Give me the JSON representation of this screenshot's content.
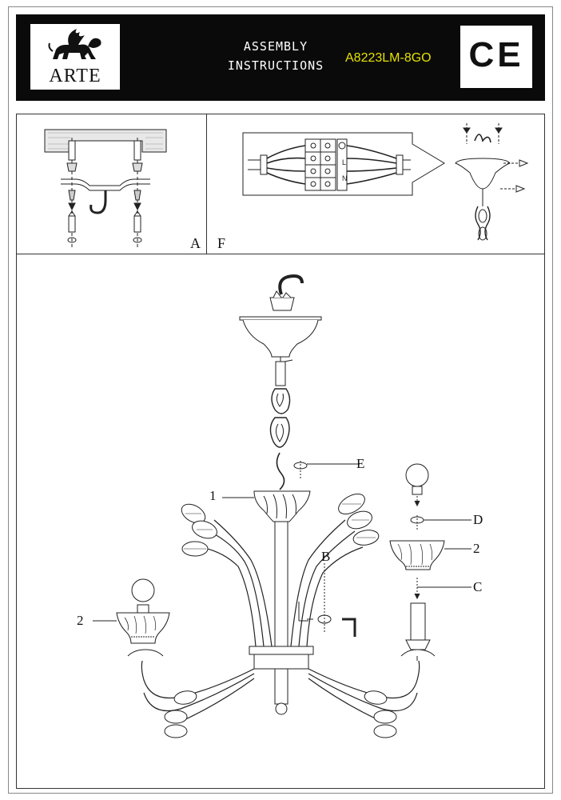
{
  "header": {
    "brand": "ARTE",
    "title_line1": "ASSEMBLY",
    "title_line2": "INSTRUCTIONS",
    "model": "A8223LM-8GO",
    "cert_mark": "CE"
  },
  "colors": {
    "header_bg": "#0a0a0a",
    "model_text": "#e6e000",
    "title_text": "#ffffff",
    "line": "#333333"
  },
  "panels": {
    "mount_label": "A",
    "wiring_label": "F"
  },
  "terminal_block": {
    "letters": [
      "L",
      "N"
    ]
  },
  "callouts": {
    "label_1": "1",
    "label_2_left": "2",
    "label_2_right": "2",
    "label_b": "B",
    "label_c": "C",
    "label_d": "D",
    "label_e": "E"
  }
}
